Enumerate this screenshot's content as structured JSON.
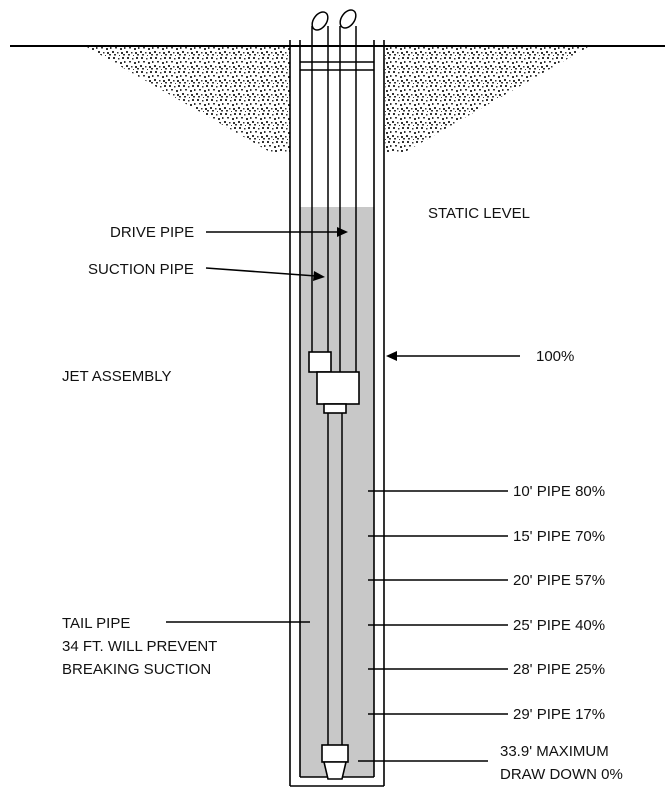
{
  "labels": {
    "static_level": "STATIC LEVEL",
    "drive_pipe": "DRIVE PIPE",
    "suction_pipe": "SUCTION PIPE",
    "hundred_percent": "100%",
    "jet_assembly": "JET ASSEMBLY",
    "tail_pipe": [
      "TAIL PIPE",
      "34 FT. WILL PREVENT",
      "BREAKING SUCTION"
    ],
    "levels": [
      "10' PIPE 80%",
      "15' PIPE 70%",
      "20' PIPE 57%",
      "25' PIPE 40%",
      "28' PIPE 25%",
      "29' PIPE 17%"
    ],
    "max_drawdown": [
      "33.9' MAXIMUM",
      "DRAW DOWN 0%"
    ]
  },
  "colors": {
    "water": "#c8c8c8",
    "line": "#000000",
    "gravel": "#333333"
  }
}
